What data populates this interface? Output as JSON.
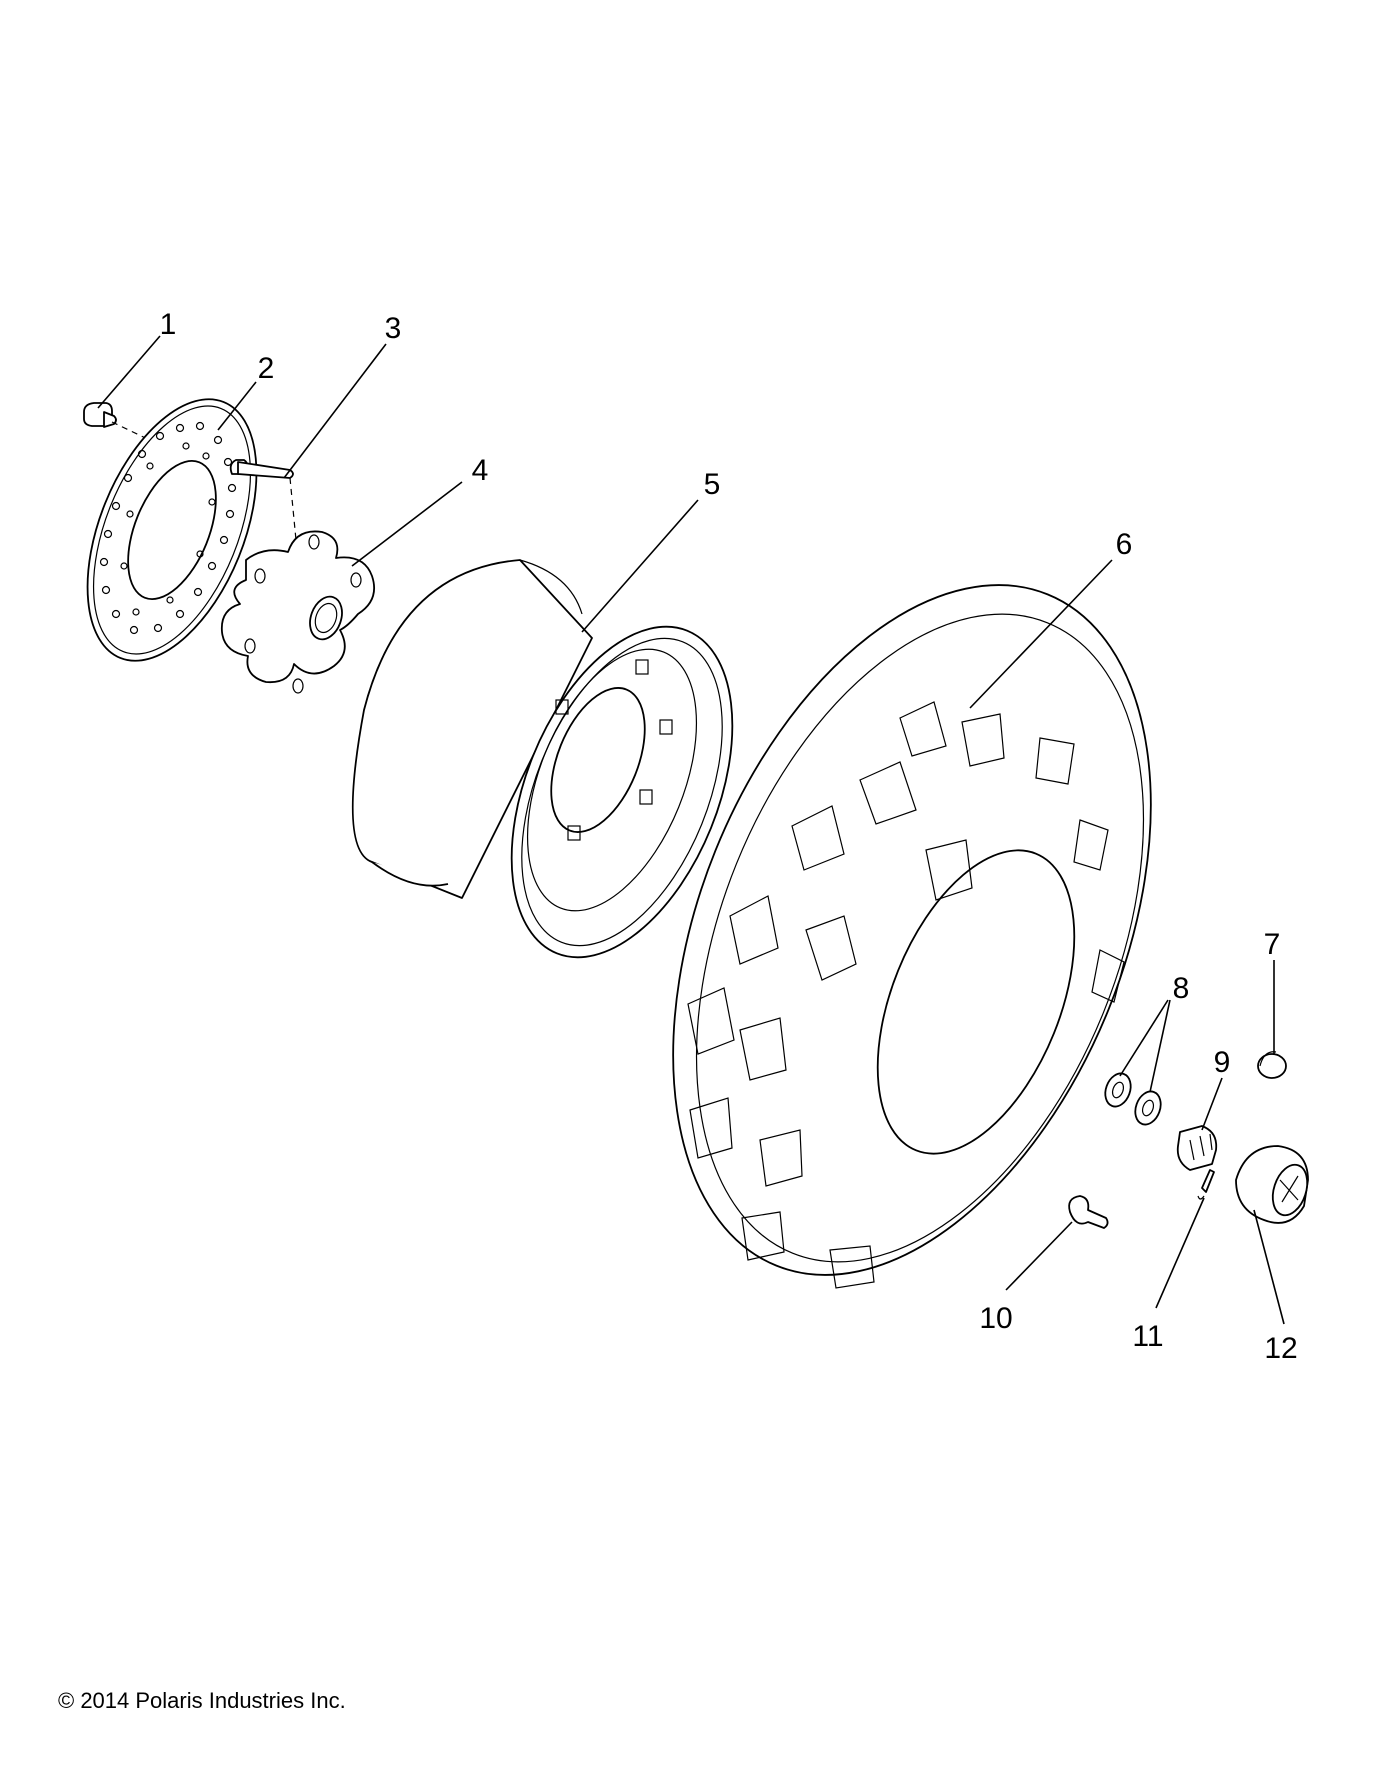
{
  "diagram": {
    "callouts": [
      {
        "id": "1",
        "label": "1"
      },
      {
        "id": "2",
        "label": "2"
      },
      {
        "id": "3",
        "label": "3"
      },
      {
        "id": "4",
        "label": "4"
      },
      {
        "id": "5",
        "label": "5"
      },
      {
        "id": "6",
        "label": "6"
      },
      {
        "id": "7",
        "label": "7"
      },
      {
        "id": "8",
        "label": "8"
      },
      {
        "id": "9",
        "label": "9"
      },
      {
        "id": "10",
        "label": "10"
      },
      {
        "id": "11",
        "label": "11"
      },
      {
        "id": "12",
        "label": "12"
      }
    ]
  },
  "footer": {
    "copyright": "© 2014 Polaris Industries Inc."
  }
}
